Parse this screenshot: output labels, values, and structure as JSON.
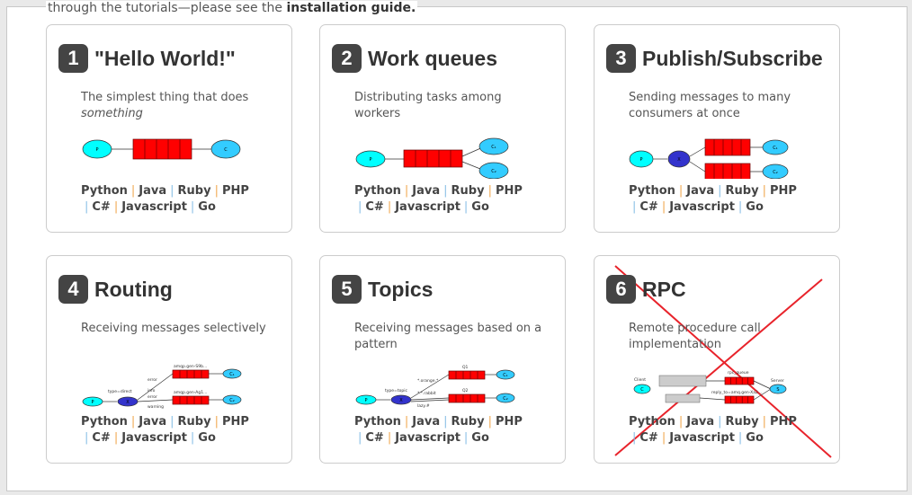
{
  "intro": {
    "text": "through the tutorials—please see the ",
    "link": "installation guide."
  },
  "languages": [
    "Python",
    "Java",
    "Ruby",
    "PHP",
    "C#",
    "Javascript",
    "Go"
  ],
  "colors": {
    "badge": "#444444",
    "queue": "#ff0000",
    "producer": "#00ffff",
    "consumer": "#33ccff",
    "exchange": "#3333cc",
    "cross": "#e8232b"
  },
  "cards": [
    {
      "number": "1",
      "title": "\"Hello World!\"",
      "desc": "The simplest thing that does ",
      "desc_em": "something"
    },
    {
      "number": "2",
      "title": "Work queues",
      "desc": "Distributing tasks among workers",
      "desc_em": ""
    },
    {
      "number": "3",
      "title": "Publish/Subscribe",
      "desc": "Sending messages to many consumers at once",
      "desc_em": ""
    },
    {
      "number": "4",
      "title": "Routing",
      "desc": "Receiving messages selectively",
      "desc_em": ""
    },
    {
      "number": "5",
      "title": "Topics",
      "desc": "Receiving messages based on a pattern",
      "desc_em": ""
    },
    {
      "number": "6",
      "title": "RPC",
      "desc": "Remote procedure call implementation",
      "desc_em": "",
      "crossed_out": true
    }
  ]
}
